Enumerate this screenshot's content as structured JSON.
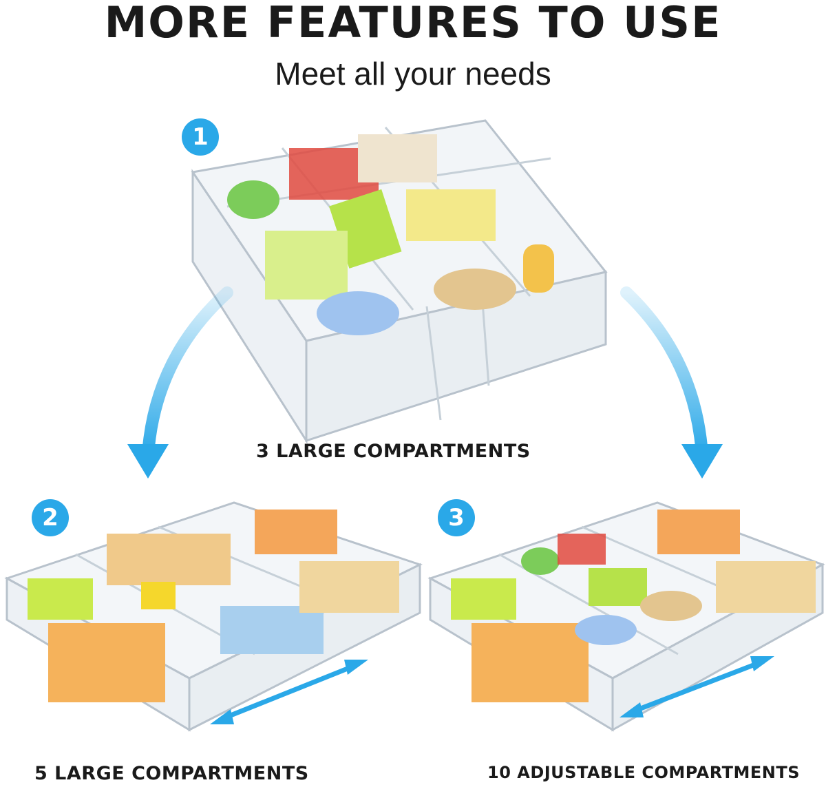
{
  "header": {
    "title": "MORE FEATURES TO USE",
    "subtitle": "Meet all your needs"
  },
  "badges": {
    "one": "1",
    "two": "2",
    "three": "3"
  },
  "captions": {
    "config_1": "3 LARGE COMPARTMENTS",
    "config_2": "5 LARGE COMPARTMENTS",
    "config_3": "10 ADJUSTABLE COMPARTMENTS"
  },
  "colors": {
    "accent": "#2aa8e8",
    "acrylic_edge": "#b8c2cc",
    "text": "#1a1a1a"
  },
  "icons": [
    "curved-arrow-left-icon",
    "curved-arrow-right-icon",
    "double-arrow-icon"
  ]
}
